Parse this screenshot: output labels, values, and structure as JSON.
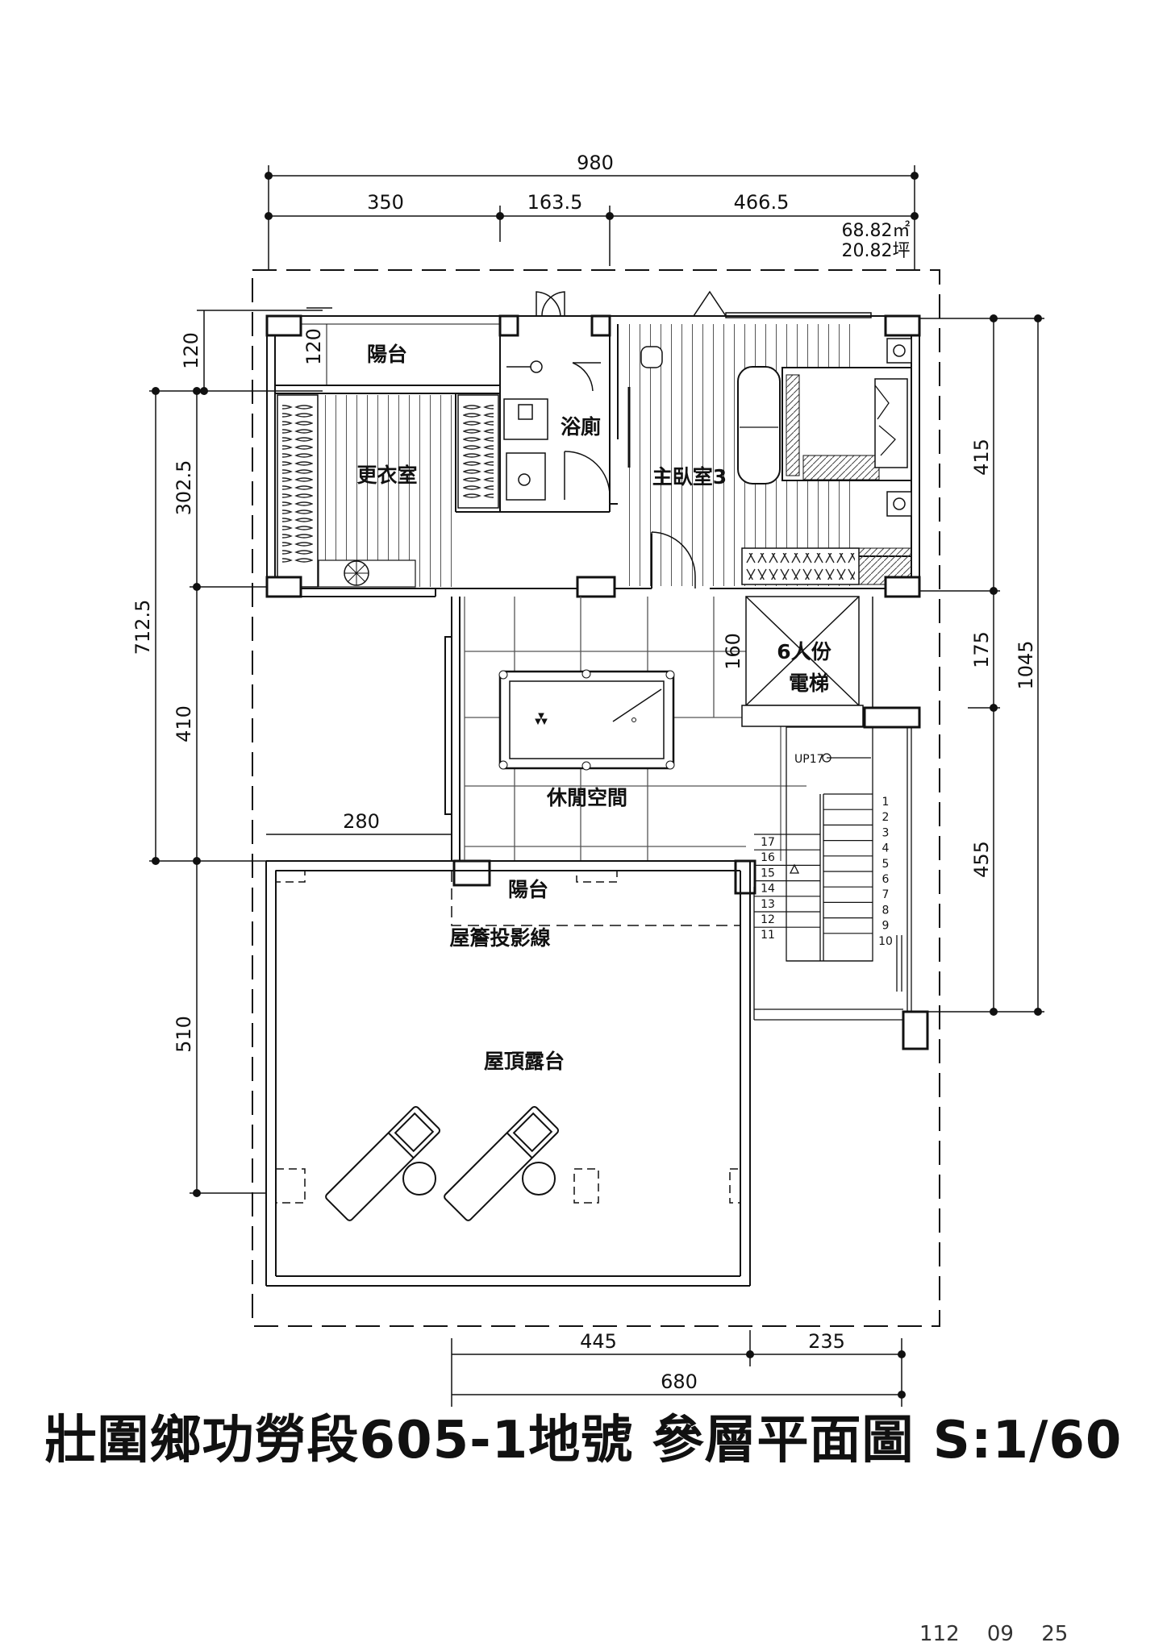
{
  "title": "壯圍鄉功勞段605-1地號  參層平面圖 S:1/60",
  "date": "112  09  25",
  "area": {
    "sqm": "68.82㎡",
    "ping": "20.82坪"
  },
  "rooms": {
    "balcony_top": "陽台",
    "bathroom": "浴廁",
    "closet": "更衣室",
    "master_bedroom": "主臥室3",
    "elevator_line1": "6人份",
    "elevator_line2": "電梯",
    "lounge": "休閒空間",
    "balcony_mid": "陽台",
    "eave_line": "屋簷投影線",
    "roof_terrace": "屋頂露台"
  },
  "dimensions": {
    "top_total": "980",
    "top_a": "350",
    "top_b": "163.5",
    "top_c": "466.5",
    "left_120a": "120",
    "left_120b": "120",
    "left_302": "302.5",
    "left_712": "712.5",
    "left_410": "410",
    "left_510": "510",
    "right_415": "415",
    "right_175": "175",
    "right_455": "455",
    "right_1045": "1045",
    "mid_280": "280",
    "elev_160": "160",
    "bottom_445": "445",
    "bottom_235": "235",
    "bottom_680": "680"
  },
  "stairs": {
    "up_label": "UP17",
    "right_steps": [
      "1",
      "2",
      "3",
      "4",
      "5",
      "6",
      "7",
      "8",
      "9",
      "10"
    ],
    "left_steps": [
      "17",
      "16",
      "15",
      "14",
      "13",
      "12",
      "11"
    ]
  }
}
